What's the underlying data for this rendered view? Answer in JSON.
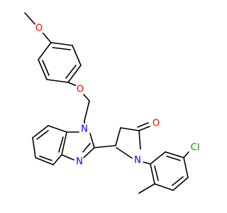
{
  "molecule": {
    "atoms": [
      {
        "id": "o_methoxy",
        "text": "O",
        "color": "#ff0000"
      },
      {
        "id": "o_ether",
        "text": "O",
        "color": "#ff0000"
      },
      {
        "id": "n1_imidazole",
        "text": "N",
        "color": "#0000ff"
      },
      {
        "id": "n3_imidazole",
        "text": "N",
        "color": "#0000ff"
      },
      {
        "id": "n_lactam",
        "text": "N",
        "color": "#0000ff"
      },
      {
        "id": "o_carbonyl",
        "text": "O",
        "color": "#ff0000"
      },
      {
        "id": "cl",
        "text": "Cl",
        "color": "#00a000"
      }
    ],
    "bond_color": "#000000"
  }
}
